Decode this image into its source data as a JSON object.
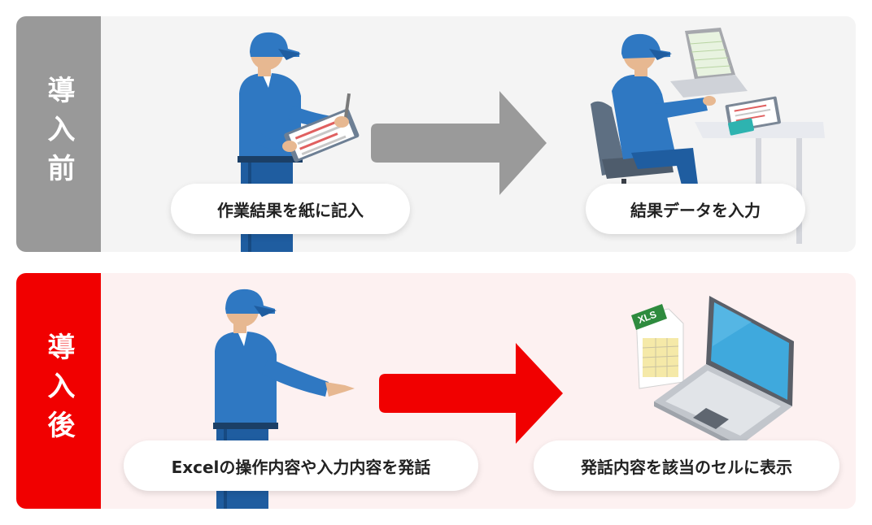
{
  "colors": {
    "before_panel_bg": "#f4f4f4",
    "before_label_bg": "#999999",
    "after_panel_bg": "#fdf1f1",
    "after_label_bg": "#f10000",
    "arrow_before": "#9a9a9a",
    "arrow_after": "#f10000",
    "uniform_blue": "#1f6bb5"
  },
  "before": {
    "label": "導入前",
    "step1": "作業結果を紙に記入",
    "step2": "結果データを入力"
  },
  "after": {
    "label": "導入後",
    "step1": "Excelの操作内容や入力内容を発話",
    "step2": "発話内容を該当のセルに表示",
    "file_badge": "XLS"
  }
}
